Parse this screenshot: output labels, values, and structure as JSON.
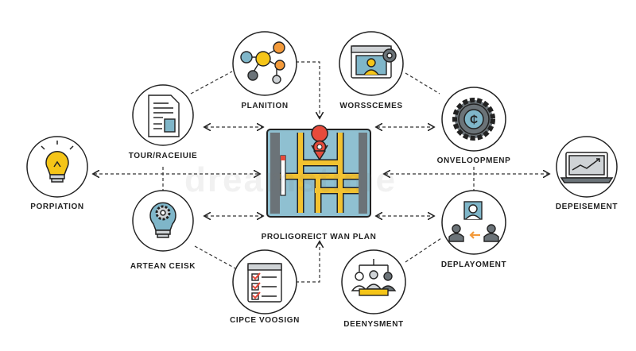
{
  "diagram": {
    "center_label": "PROLIGOREICT WAN PLAN",
    "nodes": {
      "planition": "PLANITION",
      "worsscemes": "WORSSCEMES",
      "tour_raceiuie": "TOUR/RACEIUIE",
      "onveloopmenp": "ONVELOOPMENP",
      "porpiation": "PORPIATION",
      "depeisement": "DEPEISEMENT",
      "artean_ceisk": "ARTEAN CEISK",
      "deplayoment": "DEPLAYOMENT",
      "cipce_voosign": "CIPCE VOOSIGN",
      "deenysment": "DEENYSMENT"
    },
    "watermark": "dreamstime",
    "colors": {
      "outline": "#222222",
      "teal": "#7fb6c9",
      "yellow": "#f5c518",
      "orange": "#f39a3a",
      "red": "#e64b3c",
      "map_bg": "#8fc0d1",
      "map_road": "#f2c230",
      "gray": "#cfd3d6"
    }
  }
}
